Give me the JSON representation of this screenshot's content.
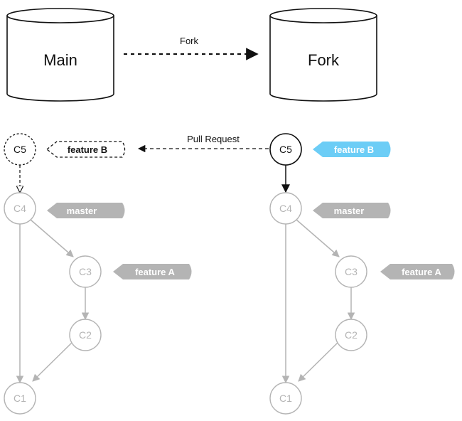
{
  "repos": {
    "main": {
      "label": "Main"
    },
    "fork": {
      "label": "Fork"
    }
  },
  "edges": {
    "fork_label": "Fork",
    "pull_request_label": "Pull Request"
  },
  "main_graph": {
    "commits": {
      "c5": "C5",
      "c4": "C4",
      "c3": "C3",
      "c2": "C2",
      "c1": "C1"
    },
    "tags": {
      "feature_b": "feature B",
      "master": "master",
      "feature_a": "feature A"
    }
  },
  "fork_graph": {
    "commits": {
      "c5": "C5",
      "c4": "C4",
      "c3": "C3",
      "c2": "C2",
      "c1": "C1"
    },
    "tags": {
      "feature_b": "feature B",
      "master": "master",
      "feature_a": "feature A"
    }
  },
  "colors": {
    "gray": "#b4b4b4",
    "black": "#111111",
    "feature_b_blue": "#6ccdf6"
  }
}
